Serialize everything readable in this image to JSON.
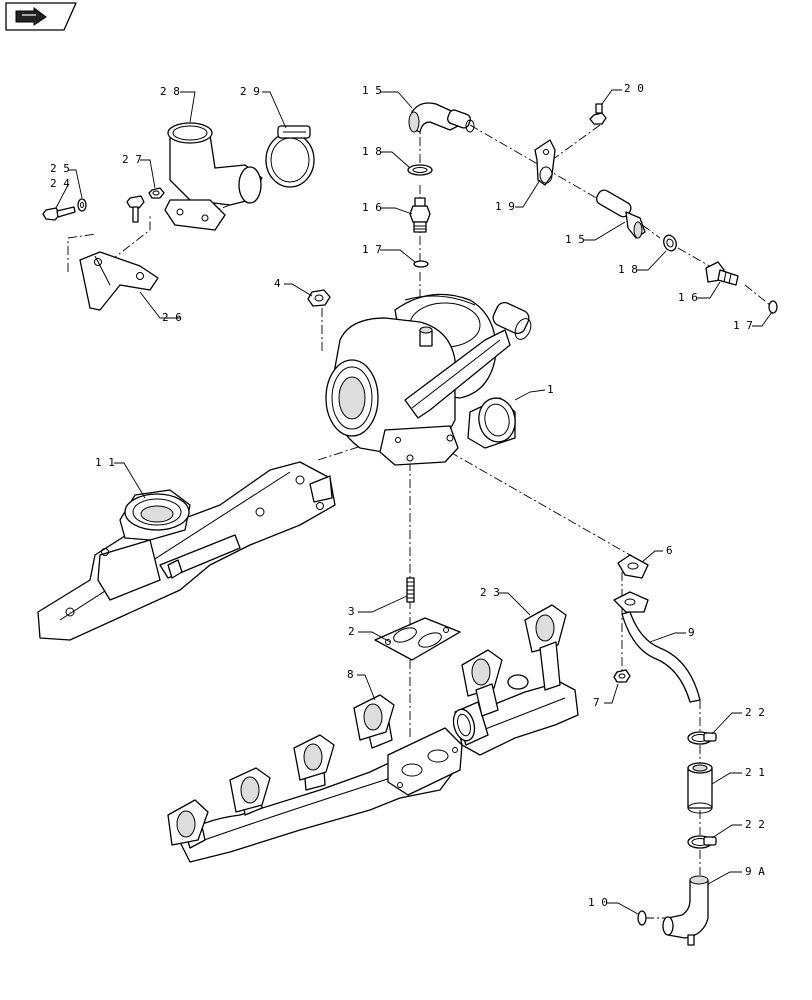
{
  "nav": {
    "icon": "arrow-right-icon"
  },
  "callouts": {
    "c1": "1",
    "c2": "2",
    "c3": "3",
    "c4": "4",
    "c6": "6",
    "c7": "7",
    "c8": "8",
    "c9": "9",
    "c9a": "9 A",
    "c10": "1 0",
    "c11": "1 1",
    "c15a": "1 5",
    "c15b": "1 5",
    "c16a": "1 6",
    "c16b": "1 6",
    "c17a": "1 7",
    "c17b": "1 7",
    "c18a": "1 8",
    "c18b": "1 8",
    "c19": "1 9",
    "c20": "2 0",
    "c21": "2 1",
    "c22a": "2 2",
    "c22b": "2 2",
    "c23": "2 3",
    "c24": "2 4",
    "c25": "2 5",
    "c26": "2 6",
    "c27": "2 7",
    "c28": "2 8",
    "c29": "2 9"
  }
}
